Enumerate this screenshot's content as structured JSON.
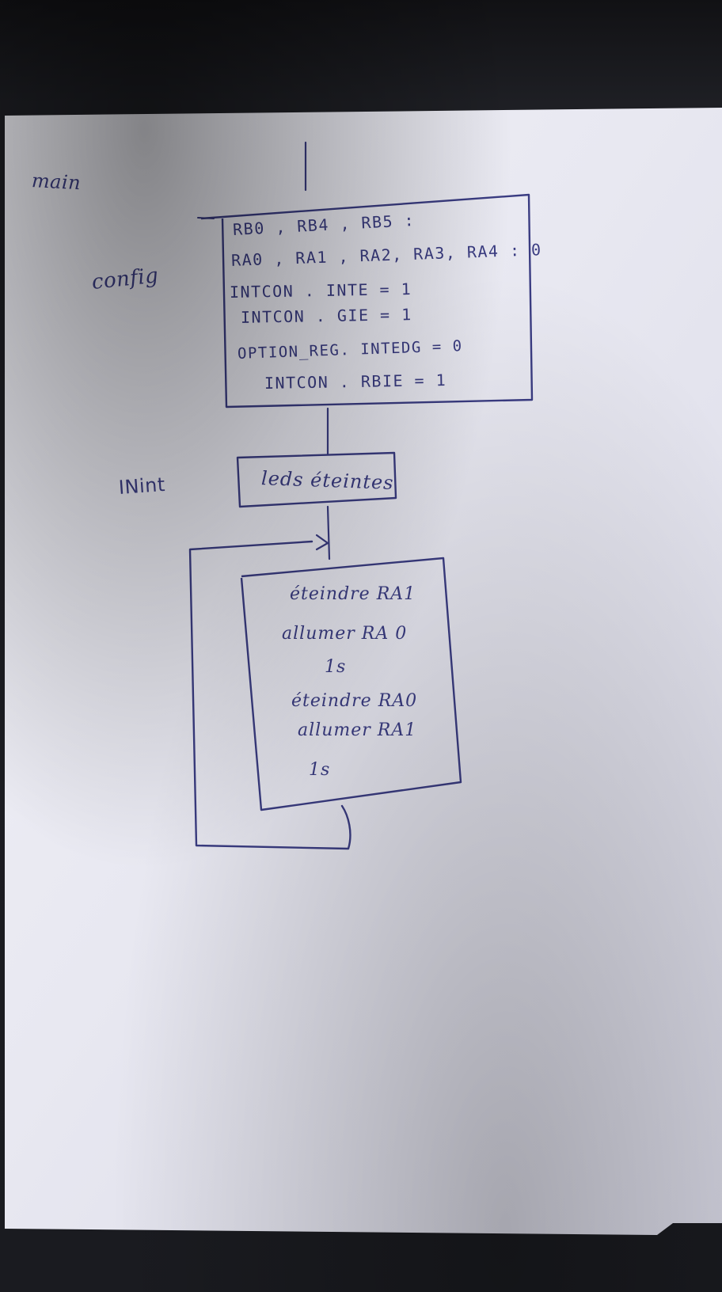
{
  "side_labels": {
    "main": "main",
    "config": "config",
    "init": "INint"
  },
  "config_box": {
    "lines": [
      "RB0 , RB4 , RB5 :",
      "RA0 , RA1 , RA2, RA3, RA4 : 0",
      "INTCON . INTE = 1",
      "INTCON . GIE = 1",
      "OPTION_REG. INTEDG = 0",
      "INTCON . RBIE = 1"
    ]
  },
  "init_box": {
    "text": "leds éteintes"
  },
  "loop_box": {
    "lines": [
      "éteindre RA1",
      "allumer RA 0",
      "1s",
      "éteindre RA0",
      "allumer RA1",
      "1s"
    ]
  },
  "colors": {
    "ink": "#3a3c82",
    "paper": "#e9e9f2",
    "background": "#1b1b1f"
  }
}
